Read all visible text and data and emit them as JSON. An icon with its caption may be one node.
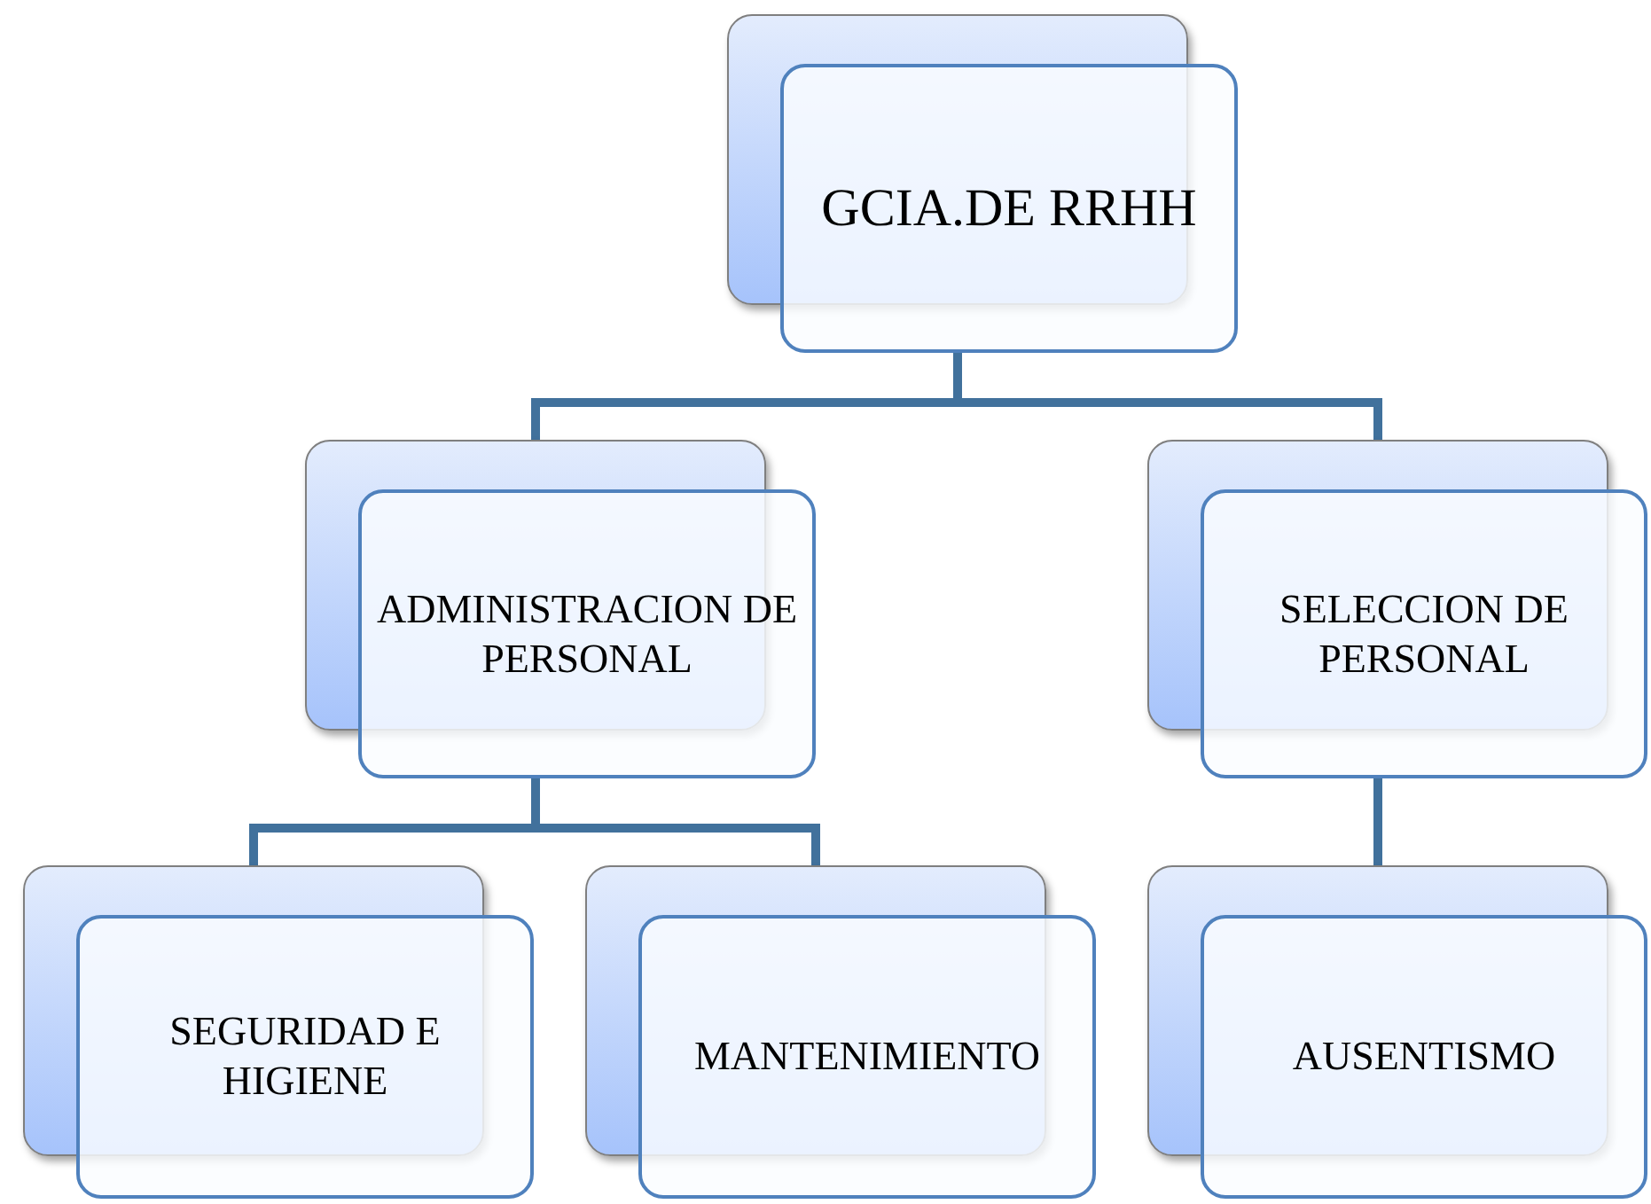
{
  "diagram": {
    "nodes": [
      {
        "text": [
          "GCIA.DE RRHH"
        ]
      },
      {
        "text": [
          "ADMINISTRACION DE PERSONAL"
        ]
      },
      {
        "text": [
          "SELECCION DE PERSONAL"
        ]
      },
      {
        "text": [
          "SEGURIDAD E HIGIENE"
        ]
      },
      {
        "text": [
          "MANTENIMIENTO"
        ]
      },
      {
        "text": [
          "AUSENTISMO"
        ]
      }
    ],
    "edges": [
      {
        "from": 0,
        "to": 1,
        "arrow": "none"
      },
      {
        "from": 0,
        "to": 2,
        "arrow": "none"
      },
      {
        "from": 1,
        "to": 3,
        "arrow": "none"
      },
      {
        "from": 1,
        "to": 4,
        "arrow": "none"
      },
      {
        "from": 2,
        "to": 5,
        "arrow": "none"
      }
    ]
  }
}
